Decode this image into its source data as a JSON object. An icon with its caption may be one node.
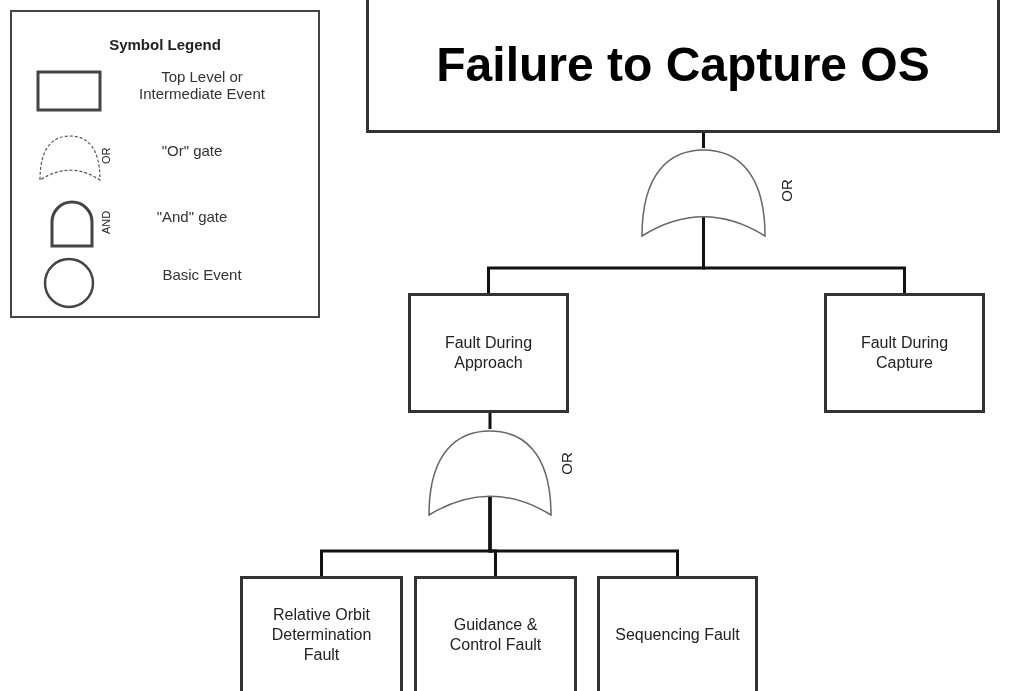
{
  "diagram": {
    "nodes": [
      {
        "text": [
          "Failure to Capture OS"
        ]
      },
      {
        "text": [],
        "shape": "gate",
        "beside": [
          "OR"
        ]
      },
      {
        "text": [
          "Fault During Approach"
        ]
      },
      {
        "text": [
          "Fault During Capture"
        ]
      },
      {
        "text": [],
        "shape": "gate",
        "beside": [
          "OR"
        ]
      },
      {
        "text": [
          "Relative Orbit Determination Fault"
        ]
      },
      {
        "text": [
          "Guidance & Control Fault"
        ]
      },
      {
        "text": [
          "Sequencing Fault"
        ]
      }
    ],
    "edges": [
      {
        "from": 0,
        "to": 1,
        "arrow": "none"
      },
      {
        "from": 1,
        "to": 2,
        "arrow": "none"
      },
      {
        "from": 1,
        "to": 3,
        "arrow": "none"
      },
      {
        "from": 2,
        "to": 4,
        "arrow": "none"
      },
      {
        "from": 4,
        "to": 5,
        "arrow": "none"
      },
      {
        "from": 4,
        "to": 6,
        "arrow": "none"
      },
      {
        "from": 4,
        "to": 7,
        "arrow": "none"
      }
    ],
    "labels": [
      "Symbol Legend",
      "OR",
      "AND"
    ],
    "legend": [
      {
        "text": "Top Level or Intermediate Event"
      },
      {
        "text": "\"Or\" gate"
      },
      {
        "text": "\"And\" gate"
      },
      {
        "text": "Basic Event"
      }
    ]
  }
}
